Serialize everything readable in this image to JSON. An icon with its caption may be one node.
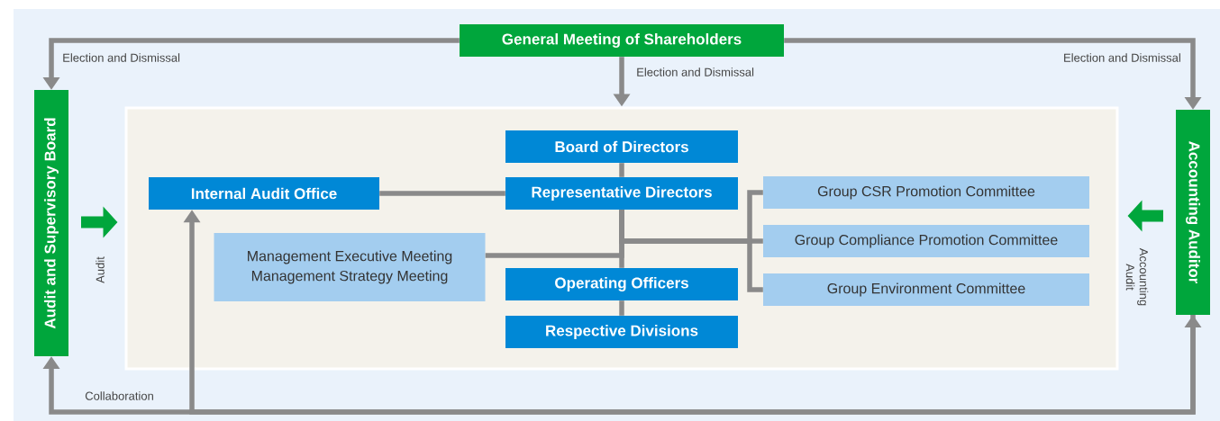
{
  "diagram": {
    "nodes": [
      {
        "text": [
          "General Meeting of Shareholders"
        ]
      },
      {
        "text": [
          "Audit and Supervisory Board"
        ]
      },
      {
        "text": [
          "Accounting Auditor"
        ]
      },
      {
        "text": [],
        "shape": "box"
      },
      {
        "text": [
          "Board of Directors"
        ],
        "in": 3
      },
      {
        "text": [
          "Internal Audit Office"
        ],
        "in": 3
      },
      {
        "text": [
          "Representative Directors"
        ],
        "in": 3
      },
      {
        "text": [
          "Management Executive Meeting",
          "Management Strategy Meeting"
        ],
        "in": 3
      },
      {
        "text": [
          "Operating Officers"
        ],
        "in": 3
      },
      {
        "text": [
          "Respective Divisions"
        ],
        "in": 3
      },
      {
        "text": [
          "Group CSR Promotion Committee"
        ],
        "in": 3
      },
      {
        "text": [
          "Group Compliance Promotion Committee"
        ],
        "in": 3
      },
      {
        "text": [
          "Group Environment Committee"
        ],
        "in": 3
      }
    ],
    "edges": [
      {
        "from": 0,
        "to": 1,
        "arrow": "to",
        "label": "Election and Dismissal"
      },
      {
        "from": 0,
        "to": 3,
        "arrow": "to",
        "label": "Election and Dismissal"
      },
      {
        "from": 0,
        "to": 2,
        "arrow": "to",
        "label": "Election and Dismissal"
      },
      {
        "from": 1,
        "to": 3,
        "arrow": "to",
        "label": "Audit",
        "style": "thick",
        "color": "#00a63c"
      },
      {
        "from": 2,
        "to": 3,
        "arrow": "to",
        "label": "Accounting Audit",
        "style": "thick",
        "color": "#00a63c"
      },
      {
        "from": 1,
        "to": 2,
        "arrow": "both",
        "label": "Collaboration"
      },
      {
        "from": 2,
        "to": 5,
        "arrow": "to"
      },
      {
        "from": 4,
        "to": 6,
        "arrow": "none"
      },
      {
        "from": 5,
        "to": 6,
        "arrow": "none"
      },
      {
        "from": 6,
        "to": 8,
        "arrow": "none"
      },
      {
        "from": 8,
        "to": 9,
        "arrow": "none"
      },
      {
        "from": 7,
        "to": 6,
        "arrow": "none"
      },
      {
        "from": 6,
        "to": 10,
        "arrow": "none"
      },
      {
        "from": 6,
        "to": 11,
        "arrow": "none"
      },
      {
        "from": 6,
        "to": 12,
        "arrow": "none"
      }
    ]
  }
}
